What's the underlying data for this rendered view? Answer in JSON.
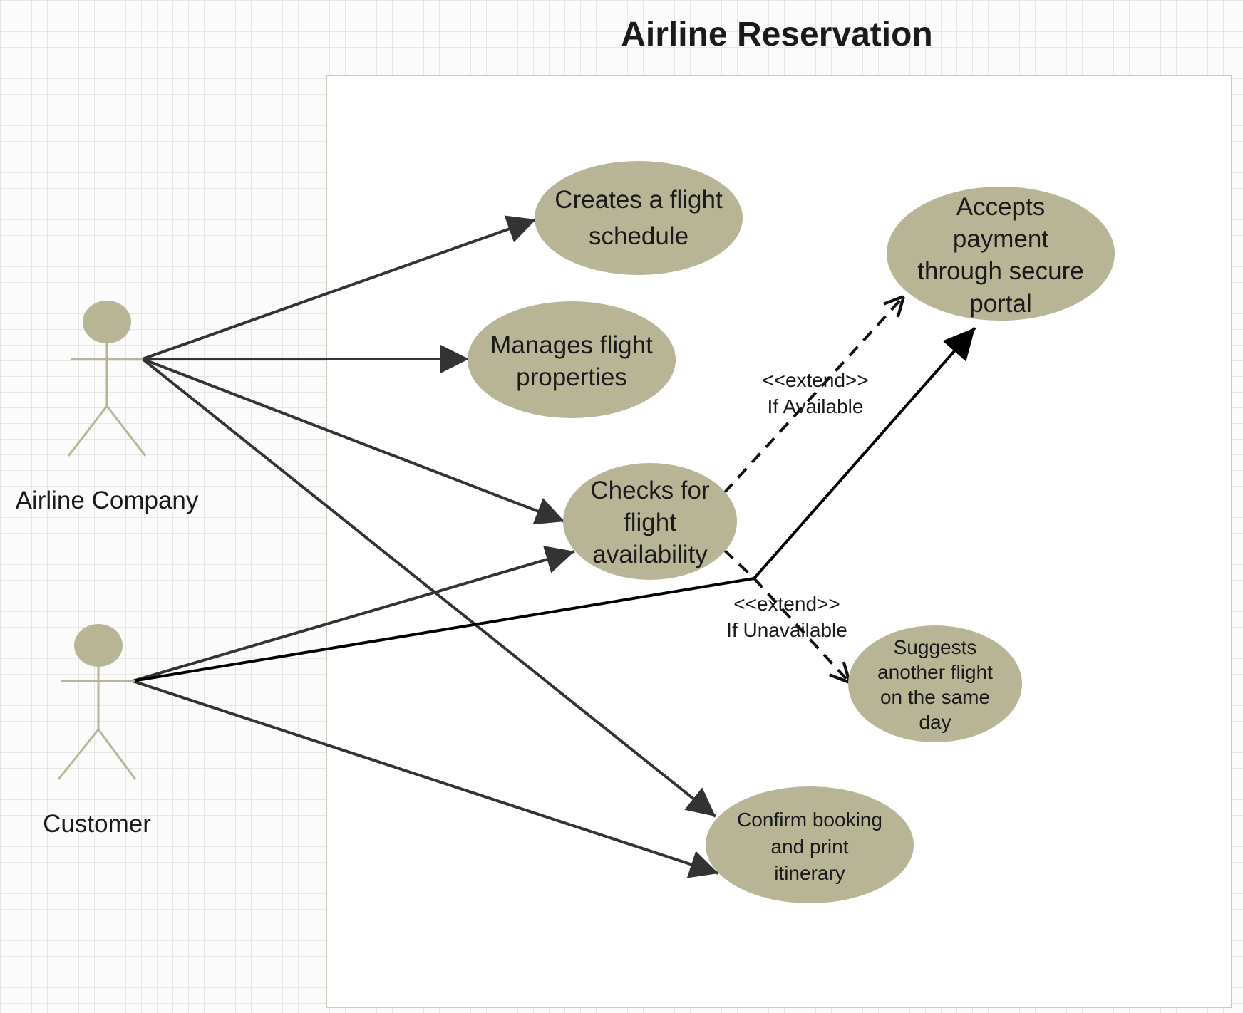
{
  "diagram": {
    "title": "Airline Reservation",
    "actors": {
      "airline_company": "Airline Company",
      "customer": "Customer"
    },
    "use_cases": {
      "creates_schedule": [
        "Creates a flight",
        "schedule"
      ],
      "manages_properties": [
        "Manages flight",
        "properties"
      ],
      "checks_availability": [
        "Checks for",
        "flight",
        "availability"
      ],
      "accepts_payment": [
        "Accepts",
        "payment",
        "through secure",
        "portal"
      ],
      "suggests_flight": [
        "Suggests",
        "another flight",
        "on the same",
        "day"
      ],
      "confirm_booking": [
        "Confirm booking",
        "and print",
        "itinerary"
      ]
    },
    "relationships": {
      "extend_available": {
        "stereotype": "<<extend>>",
        "condition": "If Available"
      },
      "extend_unavailable": {
        "stereotype": "<<extend>>",
        "condition": "If Unavailable"
      }
    },
    "colors": {
      "use_case_fill": "#b8b596",
      "actor": "#b8b596",
      "association_line": "#333333",
      "boundary": "#c8ccbb"
    }
  }
}
